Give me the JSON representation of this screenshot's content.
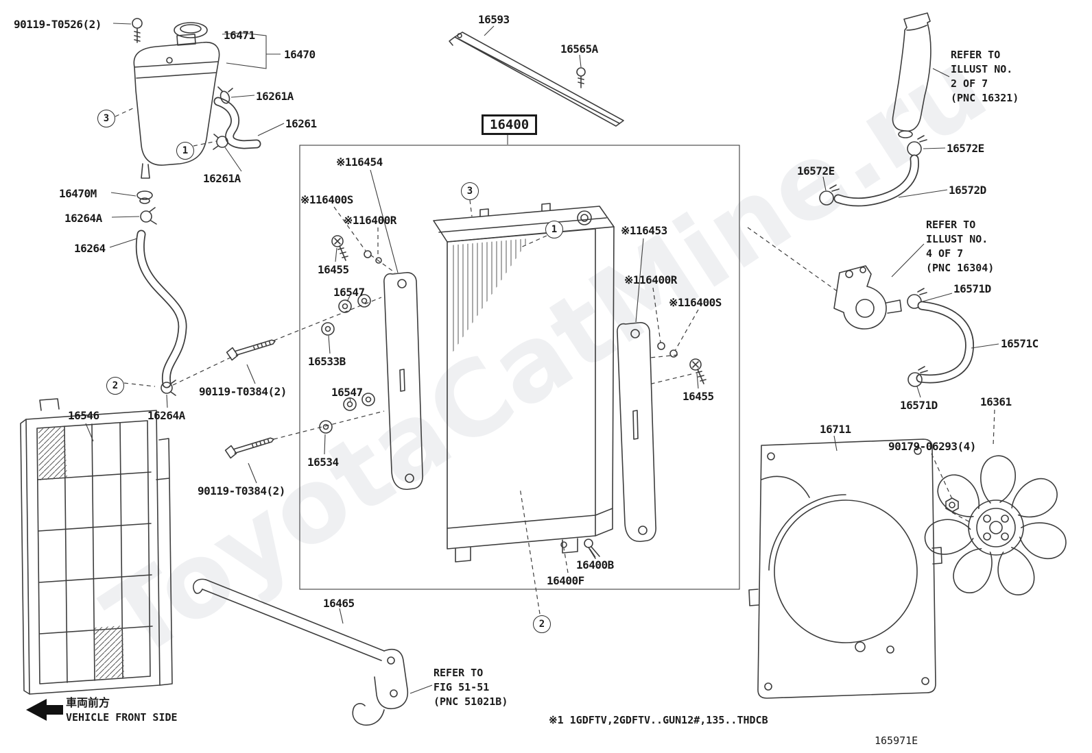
{
  "watermark": "ToyotaCatMine.ru",
  "main_part": "16400",
  "labels": {
    "l_90119_t0526": "90119-T0526(2)",
    "l_16471": "16471",
    "l_16470": "16470",
    "l_16261a_1": "16261A",
    "l_16261": "16261",
    "l_16261a_2": "16261A",
    "l_16470m": "16470M",
    "l_16264a_1": "16264A",
    "l_16264": "16264",
    "l_16546": "16546",
    "l_16264a_2": "16264A",
    "l_90119_t0384_1": "90119-T0384(2)",
    "l_16455_l": "16455",
    "l_16547_u": "16547",
    "l_16533b": "16533B",
    "l_16547_l": "16547",
    "l_16534": "16534",
    "l_90119_t0384_2": "90119-T0384(2)",
    "l_16465": "16465",
    "l_16593": "16593",
    "l_16565a": "16565A",
    "l_16454": "※116454",
    "l_16400s_l": "※116400S",
    "l_16400r_l": "※116400R",
    "l_16453": "※116453",
    "l_16400r_r": "※116400R",
    "l_16400s_r": "※116400S",
    "l_16455_r": "16455",
    "l_16400b": "16400B",
    "l_16400f": "16400F",
    "l_16711": "16711",
    "l_90179": "90179-06293(4)",
    "l_16361": "16361",
    "l_16571d_b": "16571D",
    "l_16571c": "16571C",
    "l_16571d_t": "16571D",
    "l_16572e_l": "16572E",
    "l_16572e_r": "16572E",
    "l_16572d": "16572D"
  },
  "callouts": {
    "c_3a": "3",
    "c_1a": "1",
    "c_2a": "2",
    "c_3b": "3",
    "c_1b": "1",
    "c_2b": "2"
  },
  "refs": {
    "ref_16321": [
      "REFER TO",
      "ILLUST NO.",
      "2 OF 7",
      "(PNC 16321)"
    ],
    "ref_16304": [
      "REFER TO",
      "ILLUST NO.",
      "4 OF 7",
      "(PNC 16304)"
    ],
    "ref_fig51": [
      "REFER TO",
      "FIG 51-51",
      "(PNC 51021B)"
    ]
  },
  "footer": {
    "footnote": "※1 1GDFTV,2GDFTV..GUN12#,135..THDCB",
    "code": "165971E"
  },
  "front_side": {
    "jp": "車両前方",
    "en": "VEHICLE FRONT SIDE"
  }
}
